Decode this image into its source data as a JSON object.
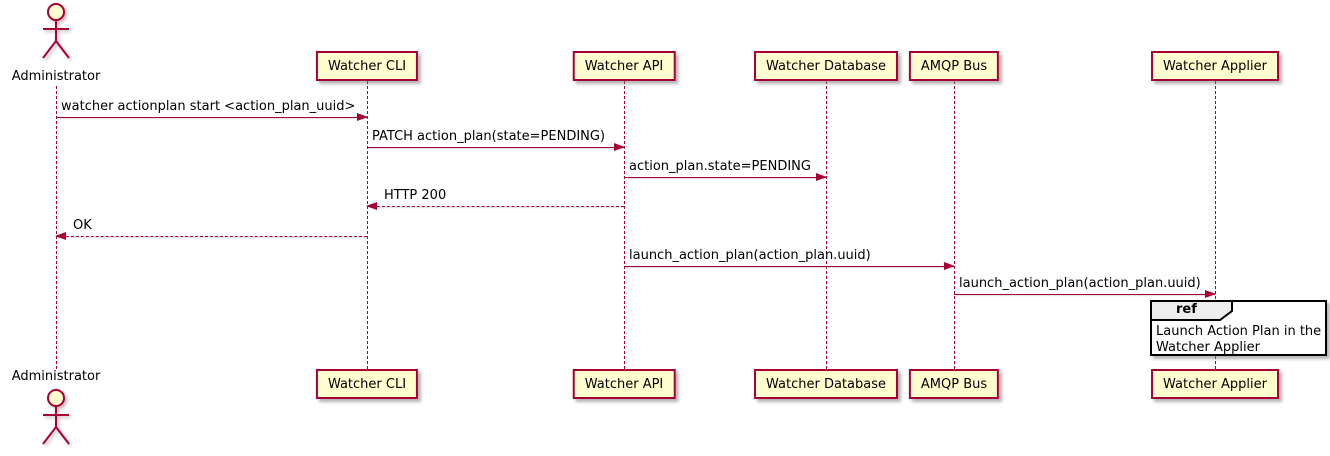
{
  "diagram_type": "uml-sequence-diagram",
  "colors": {
    "participant_fill": "#FEFECE",
    "participant_border": "#A80036",
    "lifeline": "#A80036",
    "arrow": "#A80036",
    "ref_border": "#000000",
    "ref_tab_fill": "#EEEEEE",
    "ref_body_fill": "#FFFFFF",
    "text": "#000000",
    "background": "#FFFFFF"
  },
  "actor": {
    "label": "Administrator"
  },
  "participants": [
    {
      "id": "watcher-cli",
      "label": "Watcher CLI"
    },
    {
      "id": "watcher-api",
      "label": "Watcher API"
    },
    {
      "id": "watcher-database",
      "label": "Watcher Database"
    },
    {
      "id": "amqp-bus",
      "label": "AMQP Bus"
    },
    {
      "id": "watcher-applier",
      "label": "Watcher Applier"
    }
  ],
  "messages": [
    {
      "label": "watcher actionplan start <action_plan_uuid>",
      "from": "Administrator",
      "to": "Watcher CLI",
      "style": "solid",
      "direction": "right"
    },
    {
      "label": "PATCH action_plan(state=PENDING)",
      "from": "Watcher CLI",
      "to": "Watcher API",
      "style": "solid",
      "direction": "right"
    },
    {
      "label": "action_plan.state=PENDING",
      "from": "Watcher API",
      "to": "Watcher Database",
      "style": "solid",
      "direction": "right"
    },
    {
      "label": "HTTP 200",
      "from": "Watcher API",
      "to": "Watcher CLI",
      "style": "dashed",
      "direction": "left"
    },
    {
      "label": "OK",
      "from": "Watcher CLI",
      "to": "Administrator",
      "style": "dashed",
      "direction": "left"
    },
    {
      "label": "launch_action_plan(action_plan.uuid)",
      "from": "Watcher API",
      "to": "AMQP Bus",
      "style": "solid",
      "direction": "right"
    },
    {
      "label": "launch_action_plan(action_plan.uuid)",
      "from": "AMQP Bus",
      "to": "Watcher Applier",
      "style": "solid",
      "direction": "right"
    }
  ],
  "ref_fragment": {
    "tab_label": "ref",
    "line1": "Launch Action Plan in the",
    "line2": "Watcher Applier",
    "over": "Watcher Applier"
  }
}
